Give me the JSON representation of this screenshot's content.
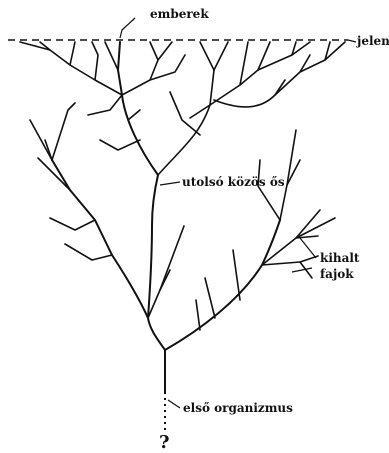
{
  "labels": {
    "humans": "emberek",
    "present": "jelen",
    "last_common_ancestor": "utolsó közös ős",
    "extinct_line1": "kihalt",
    "extinct_line2": "fajok",
    "first_organism": "első organizmus",
    "unknown_origin": "?"
  },
  "colors": {
    "ink": "#111111",
    "background": "#ffffff"
  }
}
